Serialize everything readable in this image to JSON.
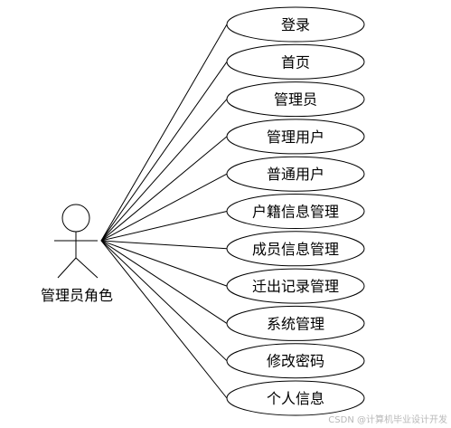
{
  "actor": {
    "label": "管理员角色"
  },
  "use_cases": [
    "登录",
    "首页",
    "管理员",
    "管理用户",
    "普通用户",
    "户籍信息管理",
    "成员信息管理",
    "迁出记录管理",
    "系统管理",
    "修改密码",
    "个人信息"
  ],
  "watermark": "CSDN @计算机毕业设计开发"
}
